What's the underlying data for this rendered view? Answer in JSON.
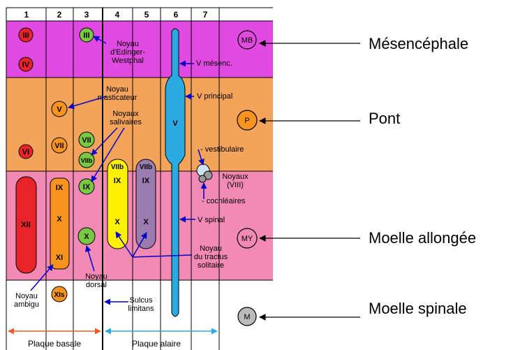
{
  "colors": {
    "mesencephale": "#e04ae0",
    "pont": "#f3a35a",
    "moelle_allongee": "#f28ab4",
    "moelle_spinale": "#ffffff",
    "red_nucleus": "#e8232a",
    "orange_nucleus": "#f7941d",
    "green_nucleus": "#7ac943",
    "yellow_nucleus": "#fff200",
    "purple_nucleus": "#9a7cb0",
    "blue_nucleus": "#29abe2",
    "arrow_blue": "#0000cc",
    "plaque_basale_arrow": "#f15a24",
    "plaque_alaire_arrow": "#29abe2"
  },
  "columns": [
    "1",
    "2",
    "3",
    "4",
    "5",
    "6",
    "7"
  ],
  "regions": {
    "mesencephale": "Mésencéphale",
    "pont": "Pont",
    "moelle_allongee": "Moelle allongée",
    "moelle_spinale": "Moelle spinale"
  },
  "region_badges": {
    "mb": "MB",
    "p": "P",
    "my": "MY",
    "m": "M"
  },
  "nuclei": {
    "iii_red": "III",
    "iv_red": "IV",
    "iii_green": "III",
    "v_orange": "V",
    "vi_red": "VI",
    "vii_orange": "VII",
    "vii_green": "VII",
    "viib_green": "VIIb",
    "xii_red": "XII",
    "ix_orange": "IX",
    "x_orange": "X",
    "xi_orange": "XI",
    "ix_green": "IX",
    "x_green": "X",
    "xis_orange": "XIs",
    "viib_yellow": "VIIb",
    "ix_yellow": "IX",
    "x_yellow": "X",
    "viib_purple": "VIIb",
    "ix_purple": "IX",
    "x_purple": "X",
    "v_blue": "V"
  },
  "labels": {
    "edinger_1": "Noyau",
    "edinger_2": "d'Edinger-",
    "edinger_3": "Westphal",
    "v_mesenc": "V mésenc.",
    "masticateur_1": "Noyau",
    "masticateur_2": "masticateur",
    "salivaires_1": "Noyaux",
    "salivaires_2": "salivaires",
    "v_principal": "V principal",
    "vestibulaire": "- vestibulaire",
    "noyaux_viii_1": "Noyaux",
    "noyaux_viii_2": "(VIII)",
    "cochleaires": "- cochléaires",
    "v_spinal": "V spinal",
    "tractus_1": "Noyau",
    "tractus_2": "du tractus",
    "tractus_3": "solitaire",
    "dorsal_1": "Noyau",
    "dorsal_2": "dorsal",
    "ambigu_1": "Noyau",
    "ambigu_2": "ambigu",
    "sulcus_1": "Sulcus",
    "sulcus_2": "limitans",
    "plaque_basale": "Plaque basale",
    "plaque_alaire": "Plaque alaire"
  }
}
